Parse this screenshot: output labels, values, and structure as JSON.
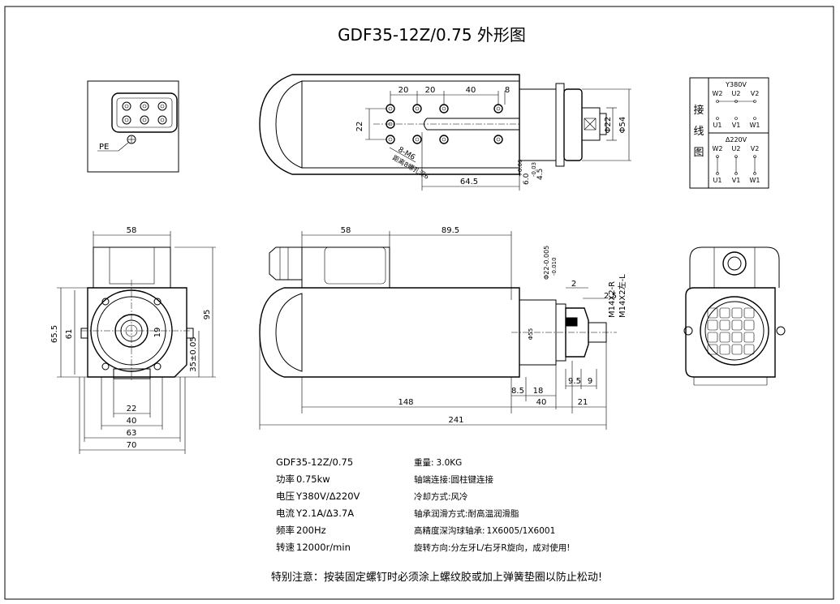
{
  "title": "GDF35-12Z/0.75 外形图",
  "top_view": {
    "dims": [
      "20",
      "20",
      "40",
      "8",
      "22",
      "Φ22",
      "Φ54",
      "64.5",
      "+0.06",
      "6.0",
      "-0.03",
      "4.5"
    ],
    "hole_note": "8-M6",
    "hole_note2": "距离8螺孔深6",
    "pe_label": "PE"
  },
  "wiring": {
    "label_chars": [
      "接",
      "线",
      "图"
    ],
    "y_title": "Y380V",
    "d_title": "Δ220V",
    "top_terms": [
      "W2",
      "U2",
      "V2"
    ],
    "bottom_terms": [
      "U1",
      "V1",
      "W1"
    ]
  },
  "end_view": {
    "dims": [
      "58",
      "65.5",
      "61",
      "95",
      "19",
      "35±0.05",
      "22",
      "40",
      "63",
      "70"
    ]
  },
  "side_view": {
    "dims": [
      "58",
      "89.5",
      "Φ22-0.005",
      "-0.010",
      "2",
      "2.5",
      "M14X2-R",
      "M14X2左-L",
      "Φ55",
      "9.5",
      "9",
      "8.5",
      "18",
      "148",
      "40",
      "21",
      "241"
    ]
  },
  "specs_left": [
    {
      "label": "",
      "value": "GDF35-12Z/0.75"
    },
    {
      "label": "功率",
      "value": "0.75kw"
    },
    {
      "label": "电压",
      "value": "Y380V/Δ220V"
    },
    {
      "label": "电流",
      "value": "Y2.1A/Δ3.7A"
    },
    {
      "label": "频率",
      "value": "200Hz"
    },
    {
      "label": "转速",
      "value": "12000r/min"
    }
  ],
  "specs_right": [
    {
      "label": "重量:",
      "value": "3.0KG"
    },
    {
      "label": "轴端连接:",
      "value": "圆柱键连接"
    },
    {
      "label": "冷却方式:",
      "value": "风冷"
    },
    {
      "label": "轴承润滑方式:",
      "value": "耐高温润滑脂"
    },
    {
      "label": "高精度深沟球轴承:",
      "value": "1X6005/1X6001"
    },
    {
      "label": "旋转方向:",
      "value": "分左牙L/右牙R旋向，成对使用!"
    }
  ],
  "notice": "特别注意：按装固定螺钉时必须涂上螺纹胶或加上弹簧垫圈以防止松动!"
}
